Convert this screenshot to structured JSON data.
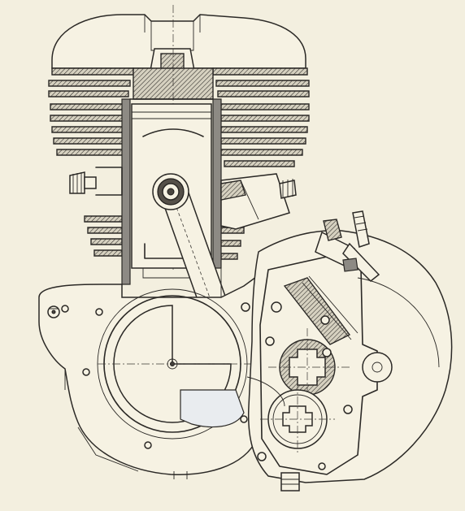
{
  "figure": {
    "kind": "engine-cross-section-technical-drawing",
    "colors": {
      "paper": "#f3efdf",
      "ink": "#2b2926",
      "section_hatch": "#8d8a84",
      "bearing": "#555049"
    },
    "components": [
      "cylinder-head",
      "cylinder-barrel",
      "piston",
      "connecting-rod",
      "crankshaft-flywheel",
      "crankcase",
      "gearbox-housing",
      "kickstart-mechanism",
      "gearbox-shafts"
    ]
  }
}
